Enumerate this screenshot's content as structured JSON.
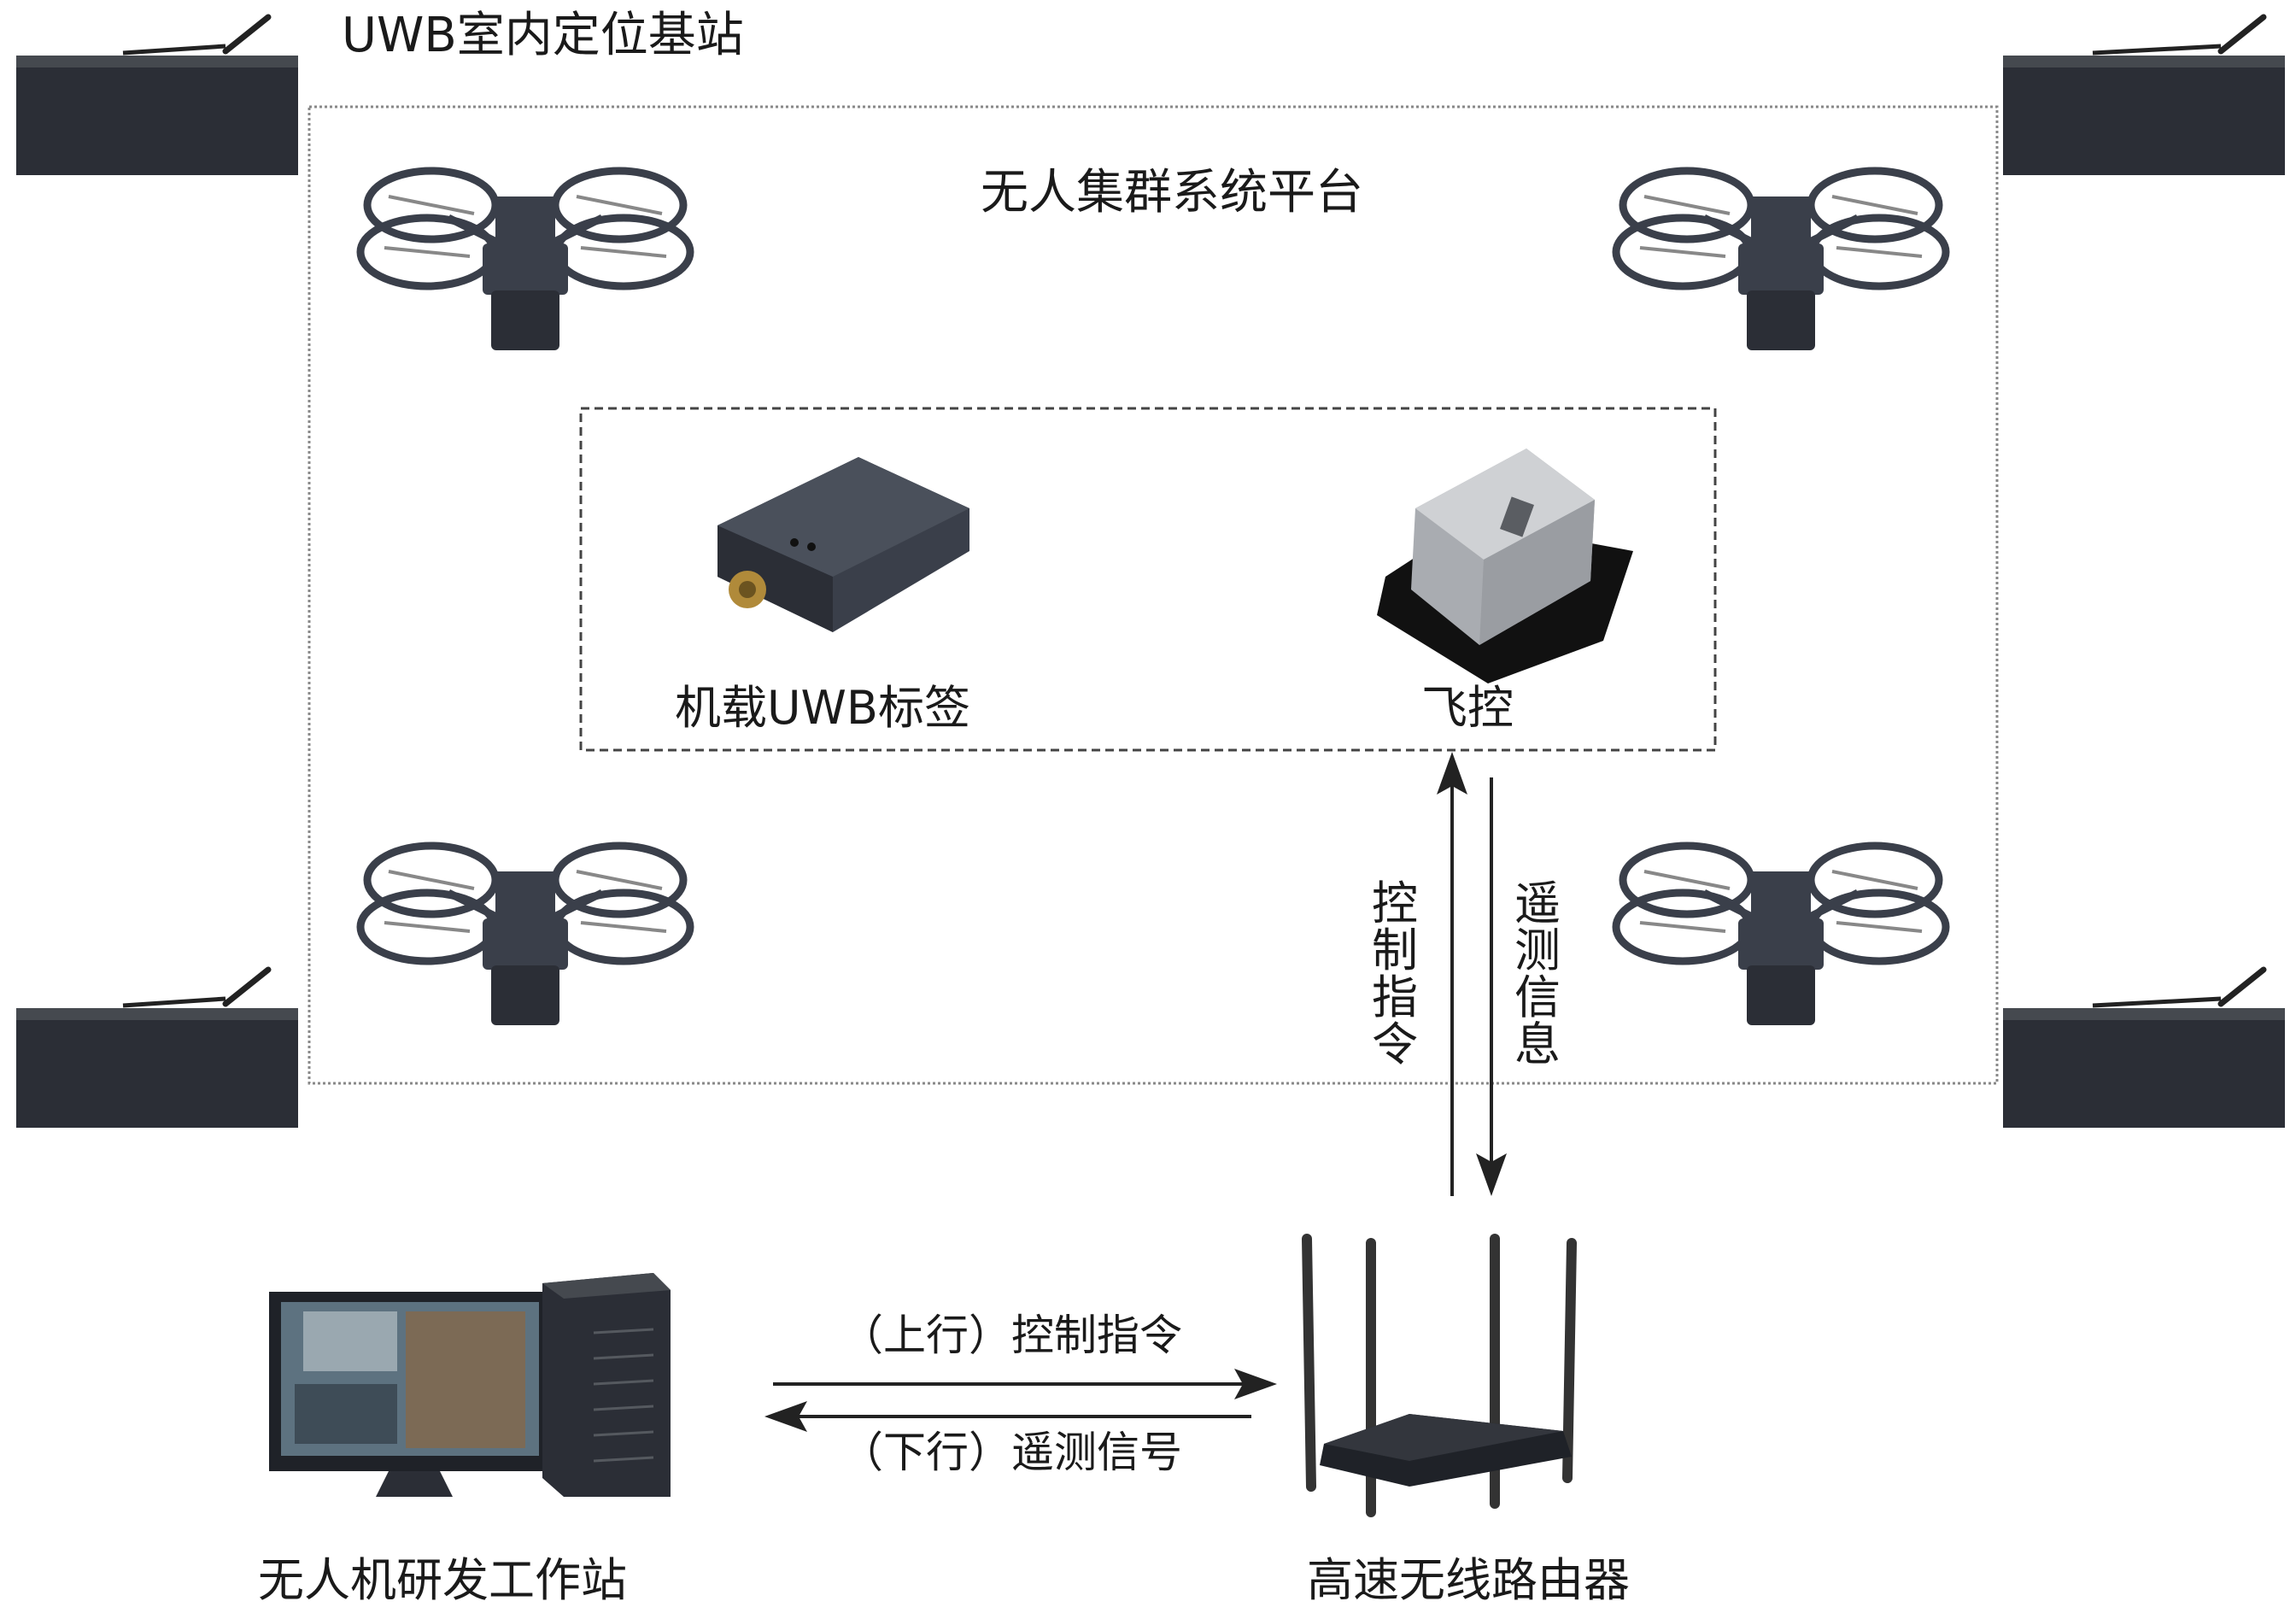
{
  "labels": {
    "base_station": "UWB室内定位基站",
    "platform": "无人集群系统平台",
    "uwb_tag": "机载UWB标签",
    "flight_controller": "飞控",
    "control_cmd": "控制指令",
    "telemetry_info": "遥测信息",
    "uplink": "（上行）控制指令",
    "downlink": "（下行）遥测信号",
    "workstation": "无人机研发工作站",
    "router": "高速无线路由器"
  },
  "colors": {
    "line": "#333333",
    "dashed_border": "#555555",
    "device_dark": "#2b2e36",
    "drone": "#3a3f4a",
    "controller_silver": "#b9bcc0"
  }
}
